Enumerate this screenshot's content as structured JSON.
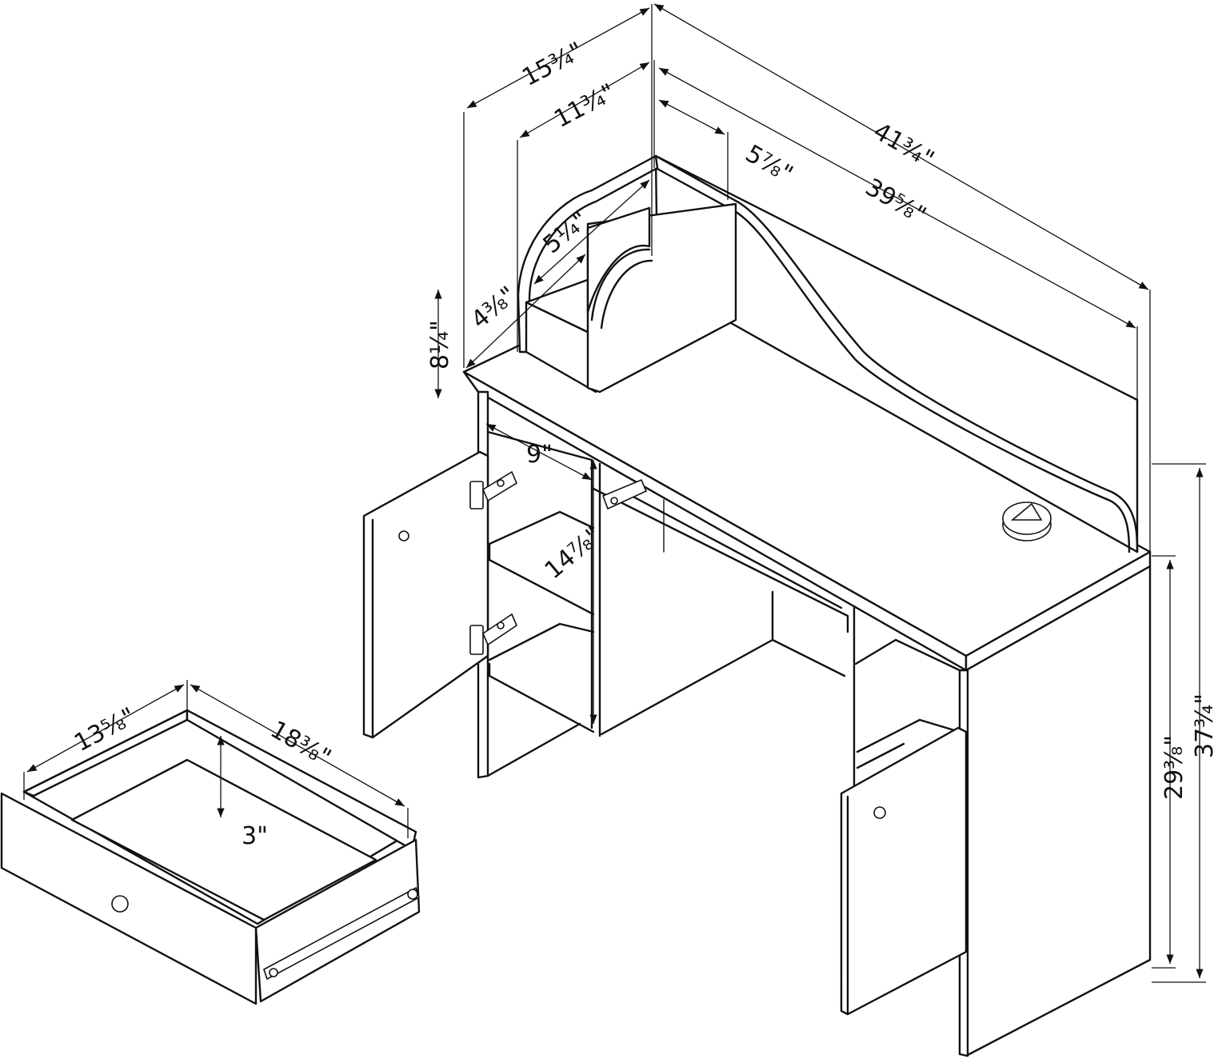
{
  "dimensions": {
    "overall_depth": "15¾\"",
    "hutch_depth": "11¾\"",
    "hutch_divider": "5⅞\"",
    "overall_width": "41¾\"",
    "hutch_width": "39⅝\"",
    "shelf_depth": "5¼\"",
    "shelf_height": "4⅜\"",
    "hutch_height": "8¼\"",
    "compartment_width": "9\"",
    "compartment_height": "14⅞\"",
    "desk_height": "29⅜\"",
    "total_height": "37¾\"",
    "drawer_depth": "13⅝\"",
    "drawer_width": "18⅜\"",
    "drawer_height": "3\""
  }
}
